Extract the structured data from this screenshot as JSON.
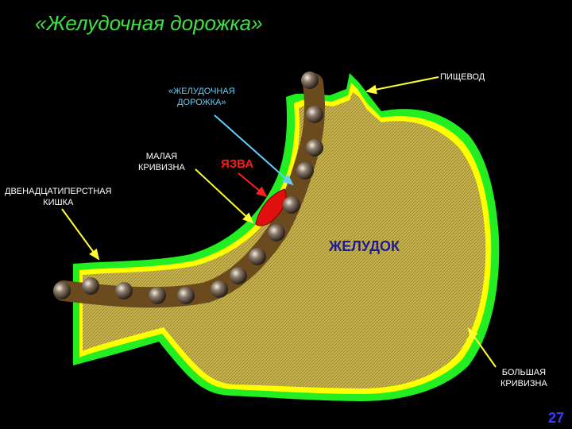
{
  "title": "«Желудочная дорожка»",
  "labels": {
    "esophagus": "ПИЩЕВОД",
    "gastric_path_line1": "«ЖЕЛУДОЧНАЯ",
    "gastric_path_line2": "ДОРОЖКА»",
    "lesser_curvature_line1": "МАЛАЯ",
    "lesser_curvature_line2": "КРИВИЗНА",
    "ulcer": "ЯЗВА",
    "duodenum_line1": "ДВЕНАДЦАТИПЕРСТНАЯ",
    "duodenum_line2": "КИШКА",
    "stomach": "ЖЕЛУДОК",
    "greater_curvature_line1": "БОЛЬШАЯ",
    "greater_curvature_line2": "КРИВИЗНА"
  },
  "page_number": "27",
  "colors": {
    "background": "#000000",
    "title": "#3fe03f",
    "outer_wall": "#22ee22",
    "inner_wall": "#ffff00",
    "stomach_fill": "#c8b450",
    "path_band": "#6b4a1e",
    "ulcer": "#e01010",
    "arrow_yellow": "#ffff33",
    "arrow_cyan": "#66ccff",
    "arrow_red": "#ff2020"
  }
}
